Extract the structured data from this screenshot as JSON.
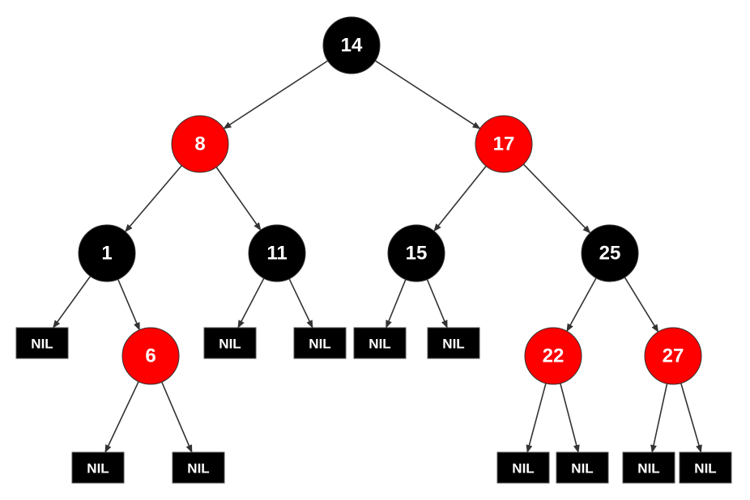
{
  "colors": {
    "red": "#ff0000",
    "black": "#000000",
    "label": "#ffffff",
    "edge": "#333333"
  },
  "nodes": [
    {
      "id": "n14",
      "label": "14",
      "color": "black"
    },
    {
      "id": "n8",
      "label": "8",
      "color": "red"
    },
    {
      "id": "n17",
      "label": "17",
      "color": "red"
    },
    {
      "id": "n1",
      "label": "1",
      "color": "black"
    },
    {
      "id": "n11",
      "label": "11",
      "color": "black"
    },
    {
      "id": "n15",
      "label": "15",
      "color": "black"
    },
    {
      "id": "n25",
      "label": "25",
      "color": "black"
    },
    {
      "id": "n6",
      "label": "6",
      "color": "red"
    },
    {
      "id": "n22",
      "label": "22",
      "color": "red"
    },
    {
      "id": "n27",
      "label": "27",
      "color": "red"
    }
  ],
  "nil_label": "NIL",
  "nils": [
    "nil-1-left",
    "nil-6-left",
    "nil-6-right",
    "nil-11-left",
    "nil-11-right",
    "nil-15-left",
    "nil-15-right",
    "nil-22-left",
    "nil-22-right",
    "nil-27-left",
    "nil-27-right"
  ],
  "edges": [
    [
      "n14",
      "n8"
    ],
    [
      "n14",
      "n17"
    ],
    [
      "n8",
      "n1"
    ],
    [
      "n8",
      "n11"
    ],
    [
      "n17",
      "n15"
    ],
    [
      "n17",
      "n25"
    ],
    [
      "n1",
      "nil-1-left"
    ],
    [
      "n1",
      "n6"
    ],
    [
      "n11",
      "nil-11-left"
    ],
    [
      "n11",
      "nil-11-right"
    ],
    [
      "n15",
      "nil-15-left"
    ],
    [
      "n15",
      "nil-15-right"
    ],
    [
      "n25",
      "n22"
    ],
    [
      "n25",
      "n27"
    ],
    [
      "n6",
      "nil-6-left"
    ],
    [
      "n6",
      "nil-6-right"
    ],
    [
      "n22",
      "nil-22-left"
    ],
    [
      "n22",
      "nil-22-right"
    ],
    [
      "n27",
      "nil-27-left"
    ],
    [
      "n27",
      "nil-27-right"
    ]
  ]
}
